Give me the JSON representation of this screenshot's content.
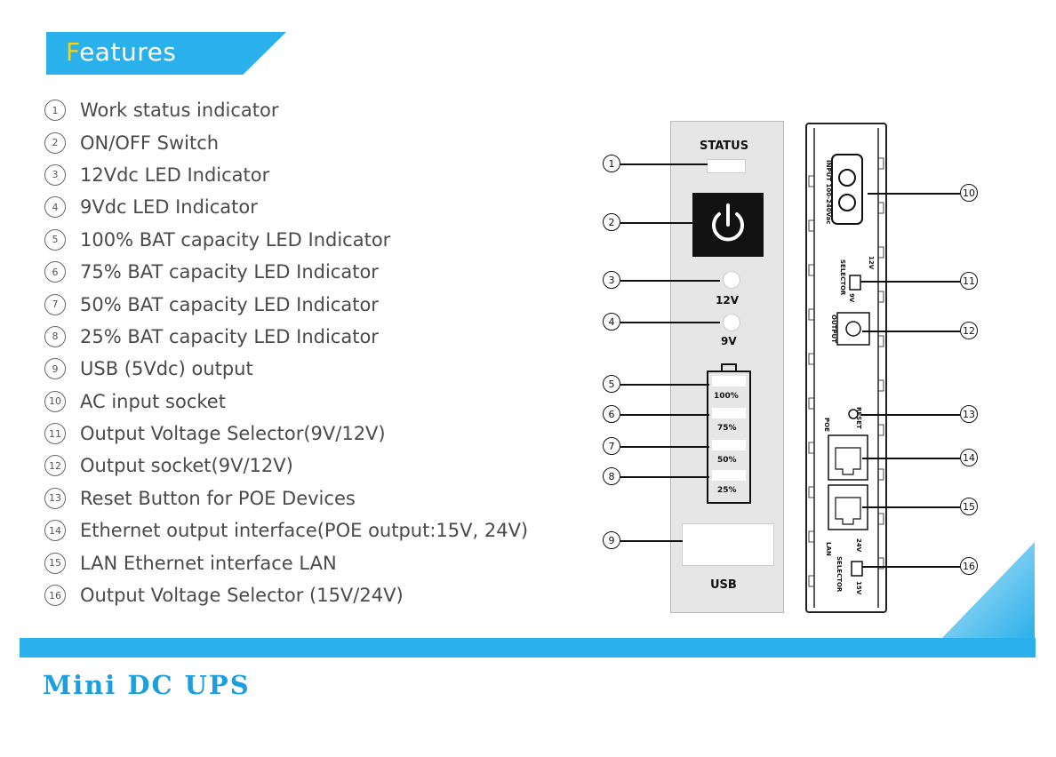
{
  "header": {
    "title_first": "F",
    "title_rest": "eatures"
  },
  "features": [
    {
      "num": "1",
      "label": "Work status indicator"
    },
    {
      "num": "2",
      "label": "ON/OFF Switch"
    },
    {
      "num": "3",
      "label": "12Vdc LED Indicator"
    },
    {
      "num": "4",
      "label": "9Vdc LED Indicator"
    },
    {
      "num": "5",
      "label": "100% BAT capacity LED Indicator"
    },
    {
      "num": "6",
      "label": "75% BAT capacity LED Indicator"
    },
    {
      "num": "7",
      "label": "50% BAT capacity LED Indicator"
    },
    {
      "num": "8",
      "label": "25% BAT capacity LED Indicator"
    },
    {
      "num": "9",
      "label": "USB (5Vdc) output"
    },
    {
      "num": "10",
      "label": "AC input socket"
    },
    {
      "num": "11",
      "label": "Output Voltage Selector(9V/12V)"
    },
    {
      "num": "12",
      "label": "Output socket(9V/12V)"
    },
    {
      "num": "13",
      "label": "Reset Button for POE Devices"
    },
    {
      "num": "14",
      "label": "Ethernet output interface(POE output:15V, 24V)"
    },
    {
      "num": "15",
      "label": "LAN Ethernet interface LAN"
    },
    {
      "num": "16",
      "label": "Output Voltage Selector (15V/24V)"
    }
  ],
  "front_panel": {
    "status": "STATUS",
    "v12": "12V",
    "v9": "9V",
    "battery": [
      "100%",
      "75%",
      "50%",
      "25%"
    ],
    "usb": "USB"
  },
  "back_panel": {
    "input": "INPUT 100-240Vac",
    "selector": "SELECTOR",
    "v12": "12V",
    "v9": "9V",
    "output": "OUTPUT",
    "poe": "POE",
    "reset": "RESET",
    "lan": "LAN",
    "v24": "24V",
    "v15": "15V"
  },
  "callouts": [
    "1",
    "2",
    "3",
    "4",
    "5",
    "6",
    "7",
    "8",
    "9",
    "10",
    "11",
    "12",
    "13",
    "14",
    "15",
    "16"
  ],
  "footer": {
    "title": "Mini DC UPS"
  },
  "colors": {
    "accent": "#2ab0ea",
    "footer_text": "#1a9fe0",
    "title_highlight": "#ffd200"
  }
}
